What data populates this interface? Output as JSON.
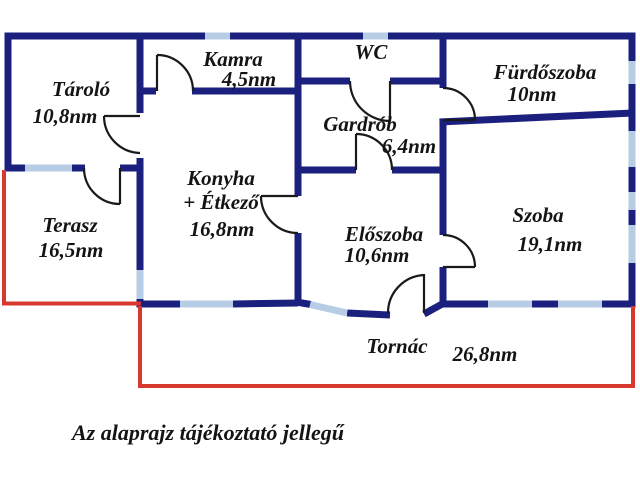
{
  "colors": {
    "wall": "#1b1f7e",
    "window": "#b7cde6",
    "accent_red": "#d8382e",
    "text": "#141414",
    "background": "#ffffff"
  },
  "rooms": {
    "tarolo": {
      "name": "Tároló",
      "area": "10,8nm"
    },
    "kamra": {
      "name": "Kamra",
      "area": "4,5nm"
    },
    "wc": {
      "name": "WC"
    },
    "furdoszoba": {
      "name": "Fürdőszoba",
      "area": "10nm"
    },
    "gardrob": {
      "name": "Gardrób",
      "area": "6,4nm"
    },
    "konyha": {
      "name": "Konyha",
      "name2": "+ Étkező",
      "area": "16,8nm"
    },
    "eloszoba": {
      "name": "Előszoba",
      "area": "10,6nm"
    },
    "szoba": {
      "name": "Szoba",
      "area": "19,1nm"
    },
    "terasz": {
      "name": "Terasz",
      "area": "16,5nm"
    },
    "tornac": {
      "name": "Tornác",
      "area": "26,8nm"
    }
  },
  "note": "Az alaprajz tájékoztató jellegű"
}
